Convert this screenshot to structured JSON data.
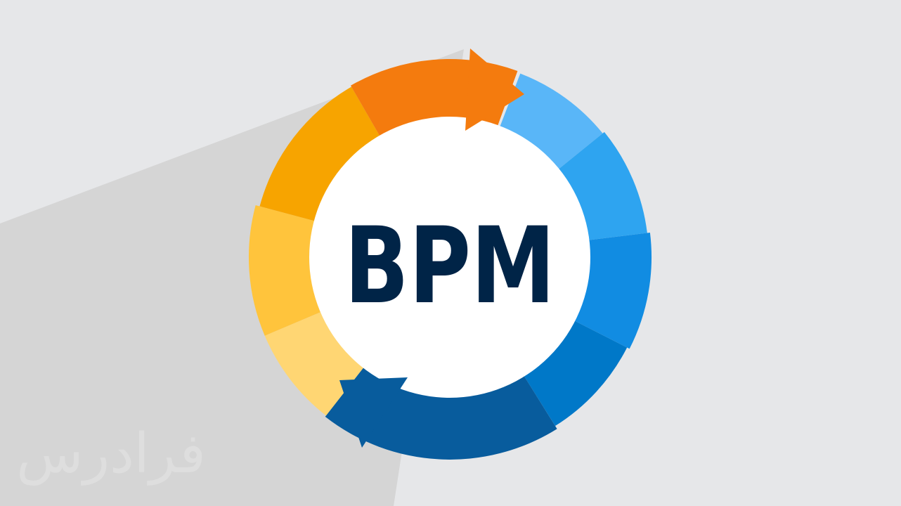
{
  "logo_text": "BPM",
  "watermark_text": "فرادرس",
  "colors": {
    "background": "#E6E7E9",
    "shadow": "#D5D5D5",
    "center_fill": "#FFFFFF",
    "logo_text": "#002447",
    "watermark": "#DEDEDE",
    "orange_arrow": "#F47B0E",
    "blue_arrow": "#085C9D"
  },
  "ring_segments": [
    {
      "name": "light-blue",
      "color": "#59B6F8"
    },
    {
      "name": "sky-blue",
      "color": "#2EA4F0"
    },
    {
      "name": "blue",
      "color": "#118CE2"
    },
    {
      "name": "medium-blue",
      "color": "#0078C8"
    },
    {
      "name": "dark-blue",
      "color": "#085C9D"
    },
    {
      "name": "pale-yellow",
      "color": "#FFD673"
    },
    {
      "name": "yellow",
      "color": "#FFC43C"
    },
    {
      "name": "amber",
      "color": "#F7A400"
    },
    {
      "name": "orange",
      "color": "#F47B0E"
    }
  ]
}
